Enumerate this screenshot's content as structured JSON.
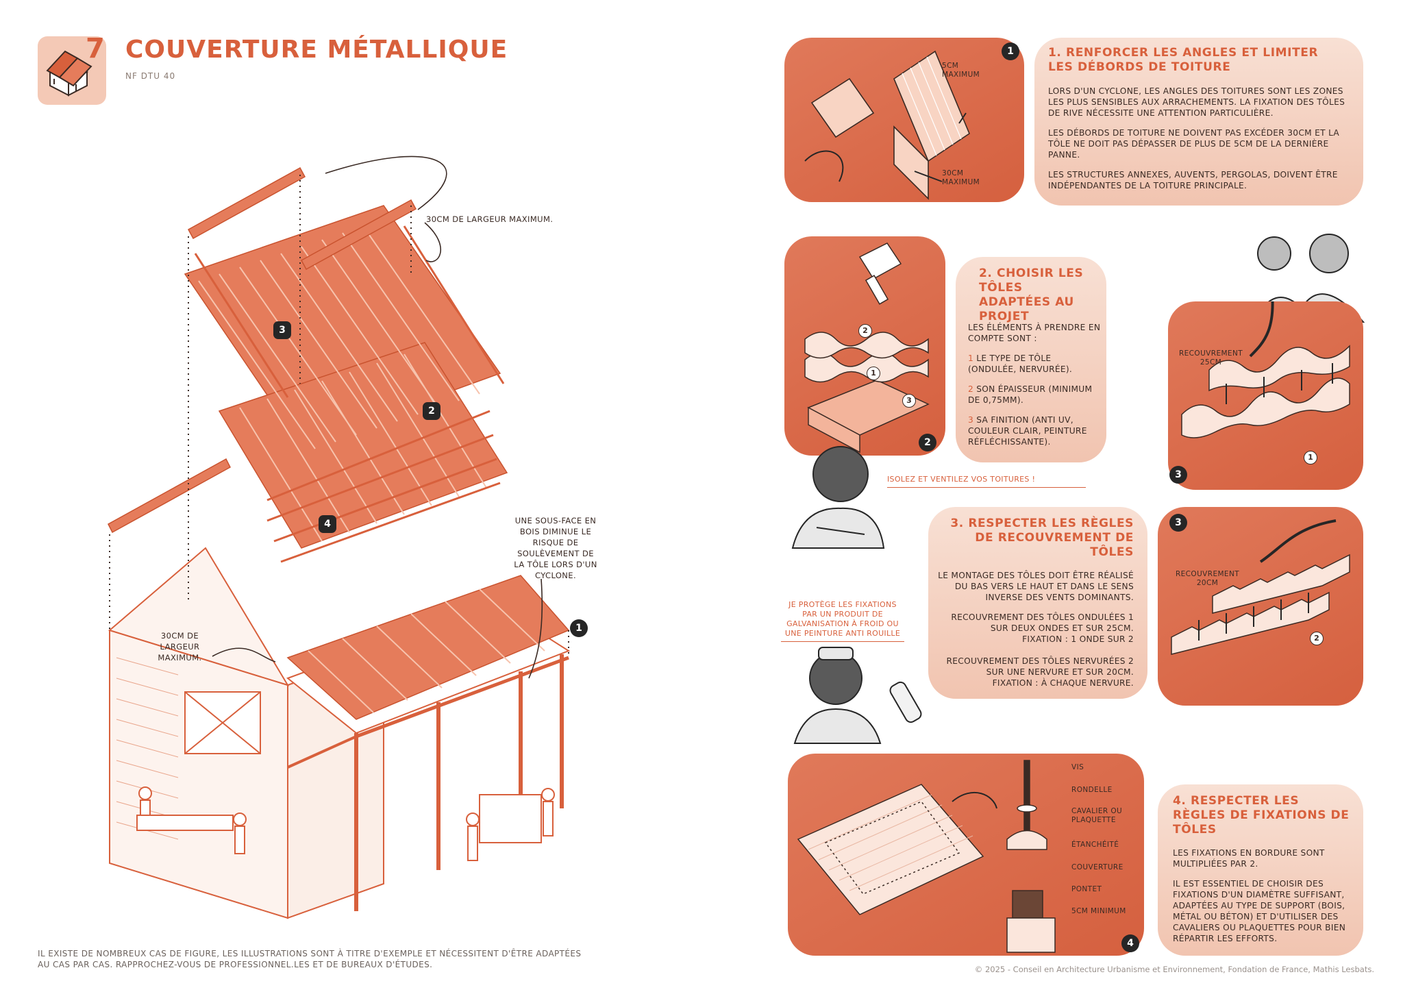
{
  "header": {
    "chapter_number": "7",
    "title": "COUVERTURE MÉTALLIQUE",
    "norm": "NF DTU 40"
  },
  "main_illustration": {
    "label_top": "30cm DE LARGEUR MAXIMUM.",
    "label_left": "30cm DE LARGEUR MAXIMUM.",
    "label_right": "UNE SOUS-FACE EN BOIS DIMINUE LE RISQUE DE SOULÈVEMENT DE LA TÔLE LORS D'UN CYCLONE.",
    "badges": [
      "3",
      "2",
      "4",
      "1"
    ]
  },
  "footer": {
    "disclaimer": "IL EXISTE DE NOMBREUX CAS DE FIGURE, LES ILLUSTRATIONS SONT À TITRE D'EXEMPLE ET NÉCESSITENT D'ÊTRE ADAPTÉES AU CAS PAR CAS. RAPPROCHEZ-VOUS DE PROFESSIONNEL.LES ET DE BUREAUX D'ÉTUDES.",
    "copyright": "© 2025 - Conseil en Architecture Urbanisme et Environnement, Fondation de France, Mathis Lesbats."
  },
  "section1": {
    "badge": "1",
    "label_5cm": "5cm MAXIMUM",
    "label_30cm": "30cm MAXIMUM",
    "title": "1. RENFORCER LES ANGLES ET LIMITER LES DÉBORDS DE TOITURE",
    "p1": "LORS D'UN CYCLONE, LES ANGLES DES TOITURES SONT LES ZONES LES PLUS SENSIBLES AUX ARRACHEMENTS. LA FIXATION DES TÔLES DE RIVE NÉCESSITE UNE ATTENTION PARTICULIÈRE.",
    "p2": "LES DÉBORDS DE TOITURE NE DOIVENT PAS EXCÉDER 30CM ET LA TÔLE NE DOIT PAS DÉPASSER DE PLUS DE 5cm DE LA DERNIÈRE PANNE.",
    "p3": "LES STRUCTURES ANNEXES, AUVENTS, PERGOLAS, DOIVENT ÊTRE INDÉPENDANTES DE LA TOITURE PRINCIPALE."
  },
  "section2": {
    "badge": "2",
    "title": "2. CHOISIR LES TÔLES ADAPTÉES AU PROJET",
    "intro": "LES ÉLÉMENTS À PRENDRE EN COMPTE SONT :",
    "item1_num": "1",
    "item1": "LE TYPE DE TÔLE (ONDULÉE, NERVURÉE).",
    "item2_num": "2",
    "item2": "SON ÉPAISSEUR (MINIMUM DE 0,75mm).",
    "item3_num": "3",
    "item3": "SA FINITION (ANTI UV, COULEUR CLAIR, PEINTURE RÉFLÉCHISSANTE).",
    "speech": "ISOLEZ ET VENTILEZ VOS TOITURES !",
    "marks": [
      "2",
      "1",
      "3"
    ]
  },
  "section3": {
    "badge": "3",
    "title": "3. RESPECTER LES RÈGLES DE RECOUVREMENT DE TÔLES",
    "p1": "LE MONTAGE DES TÔLES DOIT ÊTRE RÉALISÉ DU BAS VERS LE HAUT ET DANS LE SENS INVERSE DES VENTS DOMINANTS.",
    "p2_line1": "RECOUVREMENT DES TÔLES ONDULÉES 1",
    "p2_line2": "SUR DEUX ONDES ET SUR 25cm.",
    "p2_line3": "FIXATION : 1 ONDE SUR 2",
    "p3_line1": "RECOUVREMENT DES TÔLES NERVURÉES 2",
    "p3_line2": "SUR UNE NERVURE ET SUR 20cm.",
    "p3_line3": "FIXATION : À CHAQUE NERVURE.",
    "overlap_25": "RECOUVREMENT 25cm",
    "overlap_20": "RECOUVREMENT 20cm",
    "mark1": "1",
    "mark2": "2",
    "speech": "JE PROTÈGE LES FIXATIONS PAR UN PRODUIT DE GALVANISATION À FROID OU UNE PEINTURE ANTI ROUILLE"
  },
  "section4": {
    "badge": "4",
    "title": "4. RESPECTER LES RÈGLES DE FIXATIONS DE TÔLES",
    "p1": "LES FIXATIONS EN BORDURE SONT MULTIPLIÉES PAR 2.",
    "p2": "IL EST ESSENTIEL DE CHOISIR DES FIXATIONS D'UN DIAMÈTRE SUFFISANT, ADAPTÉES AU TYPE DE SUPPORT (BOIS, MÉTAL OU BÉTON) ET D'UTILISER DES CAVALIERS OU PLAQUETTES POUR BIEN RÉPARTIR LES EFFORTS.",
    "parts": [
      "VIS",
      "RONDELLE",
      "CAVALIER OU PLAQUETTE",
      "ÉTANCHÉITÉ",
      "COUVERTURE",
      "PONTET",
      "5cm MINIMUM"
    ]
  },
  "colors": {
    "accent": "#d8603c",
    "panel_dark": "#d5603f",
    "panel_light": "#f3cbb8",
    "text": "#3a2a24"
  }
}
